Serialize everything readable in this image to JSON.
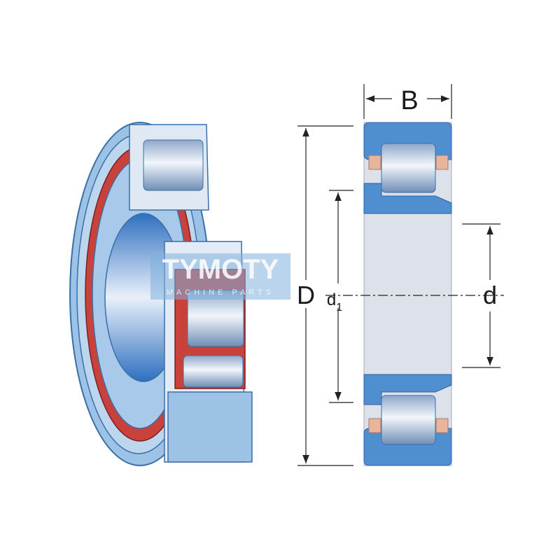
{
  "labels": {
    "width": "B",
    "outer_diameter": "D",
    "raceway_diameter": "d",
    "raceway_subscript": "1",
    "bore": "d"
  },
  "watermark": {
    "brand": "TYMOTY",
    "tagline": "MACHINE PARTS"
  },
  "colors": {
    "ring": "#4f8fd0",
    "ring_light": "#bcd6ee",
    "cage": "#c8413a",
    "cage_section": "#e8b49a",
    "bore": "#dde1ea",
    "line": "#222222"
  }
}
